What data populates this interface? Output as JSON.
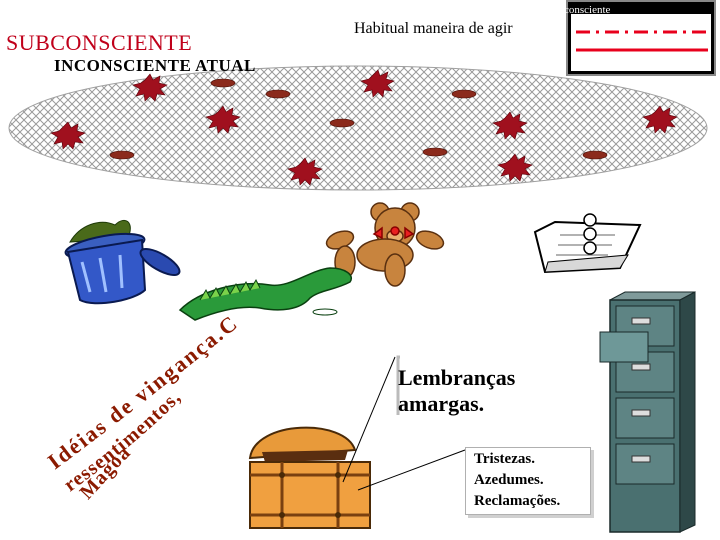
{
  "title": "SUBCONSCIENTE",
  "subtitle": "INCONSCIENTE ATUAL",
  "habitual": "Habitual maneira de agir",
  "legend_label": "consciente",
  "legend_colors": {
    "dashed": "#e8001c",
    "solid": "#e8001c"
  },
  "memories": {
    "line1": "Lembranças",
    "line2": "amargas."
  },
  "feelings": [
    "Tristezas.",
    "Azedumes.",
    "Reclamações."
  ],
  "curved_text": {
    "line1": "Idéias de vingança.Ciúmes,",
    "line2": "ressentimentos,",
    "line3": "Magoas"
  },
  "colors": {
    "title": "#c0001a",
    "ellipse_pattern": "#b0b0b0",
    "splat": "#a0101e",
    "oval": "#8b2a1c",
    "curved_text": "#8b1a00"
  }
}
